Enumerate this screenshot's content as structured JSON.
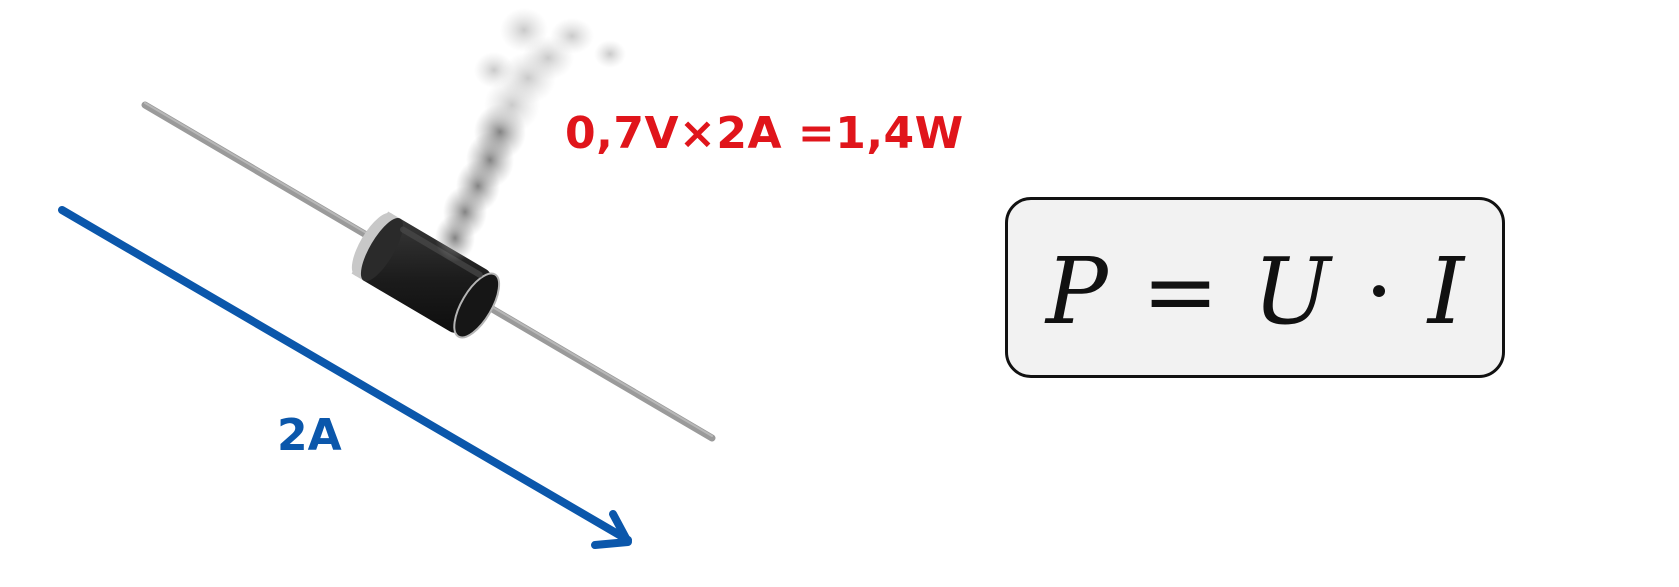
{
  "annotations": {
    "power_calculation": "0,7V×2A =1,4W",
    "current_label": "2A"
  },
  "formula": {
    "power_symbol": "P",
    "equals": "=",
    "voltage_symbol": "U",
    "multiply": "·",
    "current_symbol": "I"
  },
  "colors": {
    "calculation_text": "#e0151b",
    "current_arrow": "#0b57ab",
    "diode_body": "#1e1e1e",
    "diode_band": "#c8c8c8",
    "lead_wire": "#9a9a9a",
    "smoke": "#8a8a8a",
    "formula_background": "#f2f2f2",
    "formula_border": "#111111"
  },
  "icons": {
    "component": "diode-icon",
    "smoke": "smoke-icon",
    "arrow": "current-arrow-icon"
  }
}
